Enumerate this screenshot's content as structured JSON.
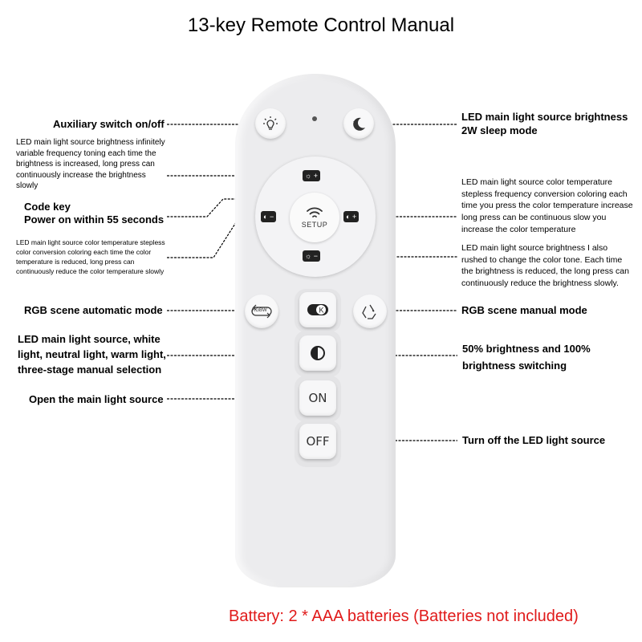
{
  "title": "13-key Remote Control Manual",
  "labels": {
    "aux": "Auxiliary switch on/off",
    "bright_plus_desc": "LED main light source brightness infinitely variable frequency toning each time the brightness is increased, long press can continuously increase the brightness slowly",
    "code_key": "Code key",
    "power_on": "Power on within 55 seconds",
    "temp_minus_desc": "LED main light source color temperature stepless color conversion coloring each time the color temperature is reduced, long press can continuously reduce the color temperature slowly",
    "rgb_auto": "RGB scene automatic mode",
    "white_light": "LED main light source, white light, neutral light, warm light, three-stage manual selection",
    "open_main": "Open the main light source",
    "sleep_1": "LED main light source brightness",
    "sleep_2": "2W sleep mode",
    "temp_plus_desc": "LED main light source color temperature stepless frequency conversion coloring each time you press the color temperature increase long press can be continuous slow you increase the color temperature",
    "bright_minus_desc": "LED main light source brightness I also rushed to change the color tone. Each time the brightness is reduced, the long press can continuously reduce the brightness slowly.",
    "rgb_manual": "RGB scene manual mode",
    "half_bright": "50% brightness and 100% brightness switching",
    "turn_off": "Turn off the LED light source"
  },
  "remote": {
    "setup": "SETUP",
    "rgb_btn": "RGBW",
    "on": "ON",
    "off": "OFF",
    "plus": "+",
    "minus": "−"
  },
  "battery": "Battery: 2 * AAA batteries (Batteries not included)",
  "colors": {
    "battery": "#e01a1a",
    "remote_body": "#ececee"
  }
}
